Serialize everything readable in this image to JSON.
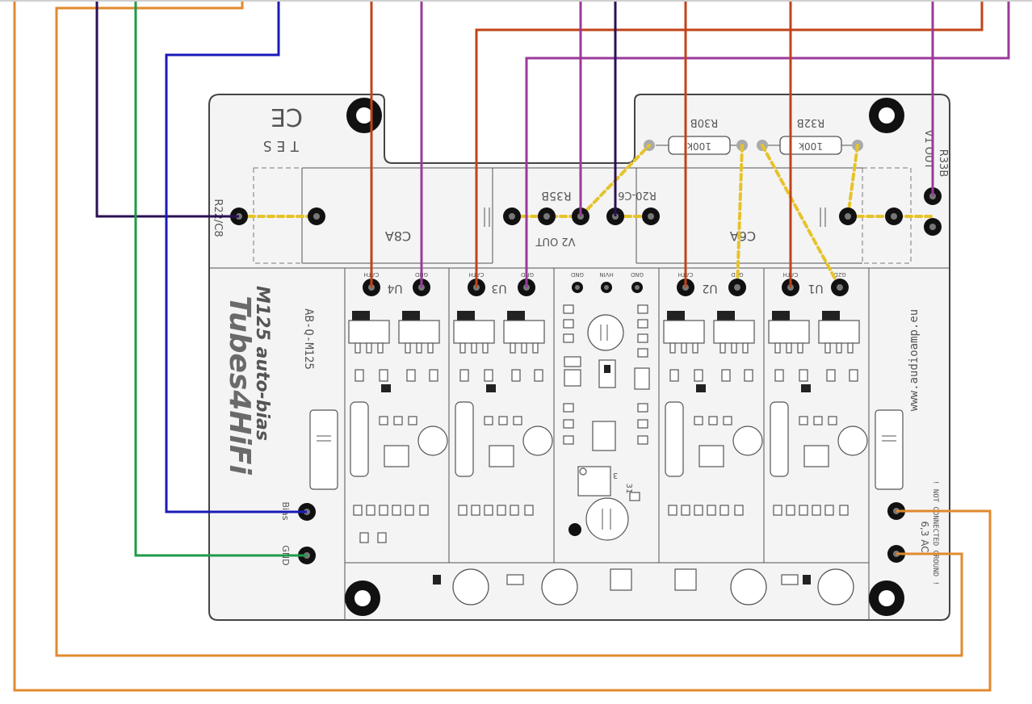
{
  "board": {
    "brand": "Tubes4HiFi",
    "model_line": "M125 auto-bias",
    "part_code": "AB-Q-M125",
    "website": "www.audioamp.eu",
    "maker_mark": "TES",
    "ce_mark": "CE"
  },
  "labels": {
    "r22c8": "R22/C8",
    "c8a": "C8A",
    "v2_out": "V2 OUT",
    "r35b": "R35B",
    "r20c6": "R20-C6",
    "c6a": "C6A",
    "r30b": "R30B",
    "r32b": "R32B",
    "r30b_value": "100k",
    "r32b_value": "100k",
    "r33b": "R33B",
    "v1_out": "V1 OUT",
    "u4": "U4",
    "u3": "U3",
    "u2": "U2",
    "u1": "U1",
    "cath": "CATH",
    "gnd": "GND",
    "g2d": "G2D",
    "hvin": "HVIN",
    "bias": "Bias",
    "gnd_bias": "GND",
    "ac_input": "6,3 AC",
    "not_connected": "! NOT CONNECTED GROUND !",
    "trimmer_3": "3",
    "trimmer_31": "31"
  },
  "wire_colors": {
    "orange": "#e08a2e",
    "purple_dark": "#2a1055",
    "green": "#1f9a48",
    "blue": "#1a1ab8",
    "red_brown": "#c0431a",
    "magenta": "#9a3a9a",
    "jumper": "#e6c32a"
  }
}
